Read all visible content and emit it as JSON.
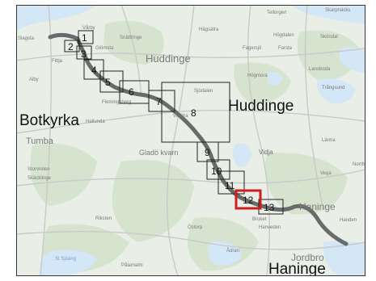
{
  "map": {
    "big_labels": {
      "botkyrka": "Botkyrka",
      "huddinge": "Huddinge",
      "haninge": "Haninge"
    },
    "medium_labels": {
      "huddinge_north": "Huddinge",
      "tumba": "Tumba",
      "haninge_small": "Haninge",
      "jordbro": "Jordbro"
    },
    "small_labels": {
      "tellorgen": "Tellorgen",
      "skarpnacks": "Skarpnäcks",
      "slagsta": "Slagsta",
      "vartby": "Vårby",
      "smatringe": "Snättringe",
      "hagsatra": "Hägsätra",
      "hogdalen": "Högdalen",
      "skondal": "Sköndal",
      "glomsta": "Glömsta",
      "fagersjo": "Fagersjö",
      "farsta": "Farsta",
      "fittja": "Fittja",
      "hogmora": "Högmora",
      "lansboda": "Lansboda",
      "alby": "Alby",
      "trangsund": "Trångsund",
      "flemingsberg": "Flemingsberg",
      "sjodalen": "Sjödalen",
      "visatra": "Visätra",
      "hallunda": "Hallunda",
      "glado_kvarn": "Gladö kvarn",
      "vidja": "Vidja",
      "lanna": "Länna",
      "storvreten": "Storvreten",
      "skacklinge": "Skäcklinge",
      "norrby": "Norrby",
      "vega": "Vega",
      "riksten": "Riksten",
      "bruket": "Bruket",
      "ostorp": "Östorp",
      "hanveden": "Hanveden",
      "handen": "Handen",
      "adran": "Ådran",
      "st_sjoang": "St Sjöäng",
      "palamalm": "Pålamalm"
    },
    "markers": [
      {
        "number": "1"
      },
      {
        "number": "2"
      },
      {
        "number": "3"
      },
      {
        "number": "4"
      },
      {
        "number": "5"
      },
      {
        "number": "6"
      },
      {
        "number": "7"
      },
      {
        "number": "8"
      },
      {
        "number": "9"
      },
      {
        "number": "10"
      },
      {
        "number": "11"
      },
      {
        "number": "12",
        "highlighted": true
      },
      {
        "number": "13"
      }
    ]
  },
  "colors": {
    "land": "#e9eee6",
    "forest": "#d6e3cf",
    "water": "#d4e7f7",
    "road": "#c9c9c9",
    "route": "#6a6a6a",
    "box": "#222222",
    "highlight": "#cc1f1f"
  }
}
